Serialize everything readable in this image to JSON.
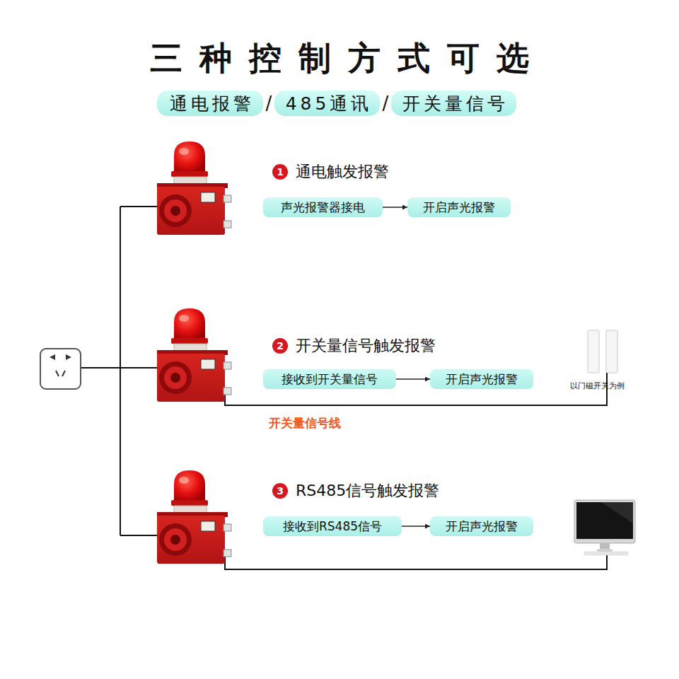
{
  "diagram": {
    "title": "三种控制方式可选",
    "nodes": [
      {
        "text": [
          "通电报警"
        ]
      },
      {
        "text": [
          "485通讯"
        ]
      },
      {
        "text": [
          "开关量信号"
        ]
      },
      {
        "text": [
          "1"
        ]
      },
      {
        "text": [
          "声光报警器接电"
        ]
      },
      {
        "text": [
          "开启声光报警"
        ]
      },
      {
        "text": [
          "2"
        ]
      },
      {
        "text": [
          "接收到开关量信号"
        ]
      },
      {
        "text": [
          "开启声光报警"
        ]
      },
      {
        "text": [
          "3"
        ]
      },
      {
        "text": [
          "接收到RS485信号"
        ]
      },
      {
        "text": [
          "开启声光报警"
        ]
      }
    ],
    "edges": [
      {
        "from": 4,
        "to": 5,
        "arrow": "to"
      },
      {
        "from": 7,
        "to": 8,
        "arrow": "to"
      },
      {
        "from": 10,
        "to": 11,
        "arrow": "to"
      }
    ],
    "labels": [
      "/",
      "/",
      "通电触发报警",
      "开关量信号触发报警",
      "以门磁开关为例",
      "开关量信号线",
      "RS485信号触发报警"
    ]
  }
}
